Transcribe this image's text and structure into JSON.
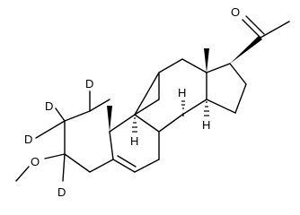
{
  "structure": {
    "atom_labels": {
      "o_ketone": "O",
      "o_ether": "O",
      "h_8": "H",
      "h_9": "H",
      "h_14": "H",
      "d_1": "D",
      "d_2a": "D",
      "d_2b": "D",
      "d_3": "D"
    }
  }
}
